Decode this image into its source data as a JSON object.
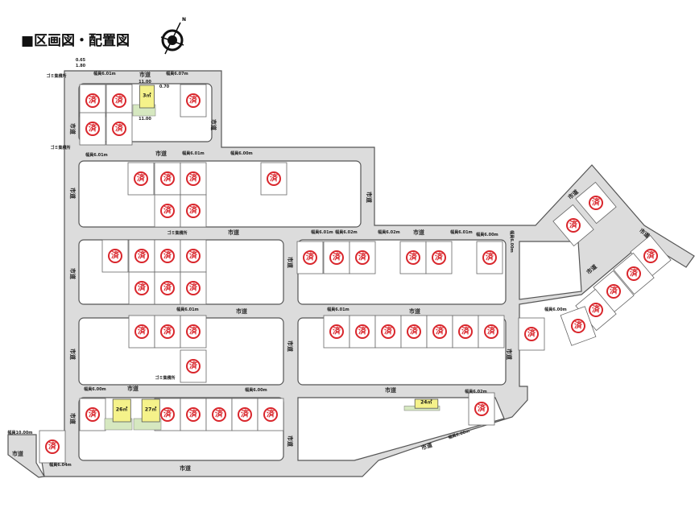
{
  "title": "■区画図・配置図",
  "compass": {
    "north_label": "N"
  },
  "road_label": "市道",
  "stamp_label": "済",
  "houses": [
    {
      "area": "3㎡"
    },
    {
      "area": "26㎡"
    },
    {
      "area": "27㎡"
    },
    {
      "area": "24㎡"
    }
  ],
  "dimensions": [
    "0.65",
    "1.80",
    "11.00",
    "0.70",
    "11.00",
    "幅員6.01m",
    "幅員6.07m",
    "幅員6.01m",
    "幅員6.00m",
    "幅員6.01m",
    "幅員6.02m",
    "幅員6.01m",
    "幅員6.02m",
    "幅員6.01m",
    "幅員6.00m",
    "幅員6.01m",
    "幅員6.01m",
    "幅員6.00m",
    "幅員6.00m",
    "幅員6.02m",
    "幅員6.00m",
    "幅員6.04m",
    "幅員10.00m",
    "幅員6.00m",
    "幅員6.00m",
    "ゴミ集積所",
    "ゴミ集積所",
    "ゴミ集積所",
    "ゴミ集積所"
  ]
}
